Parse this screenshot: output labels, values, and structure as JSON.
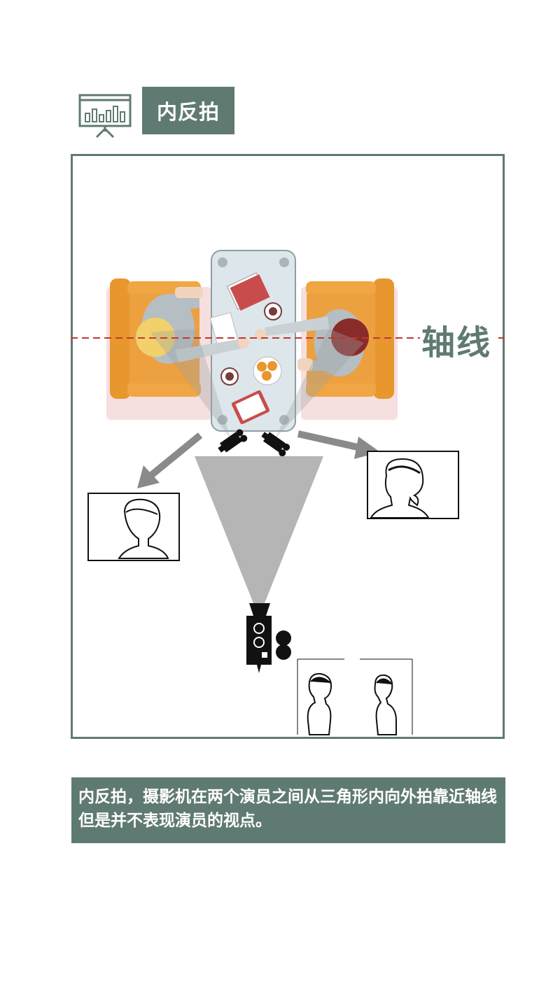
{
  "header": {
    "title": "内反拍",
    "icon": "presentation-chart-icon"
  },
  "diagram": {
    "axis_label": "轴线"
  },
  "caption": {
    "text": "内反拍，摄影机在两个演员之间从三角形内向外拍靠近轴线但是并不表现演员的视点。"
  },
  "colors": {
    "accent": "#5f7a72",
    "axis_line": "#c0392b",
    "sofa": "#e8962e",
    "table": "#dde6ea"
  }
}
